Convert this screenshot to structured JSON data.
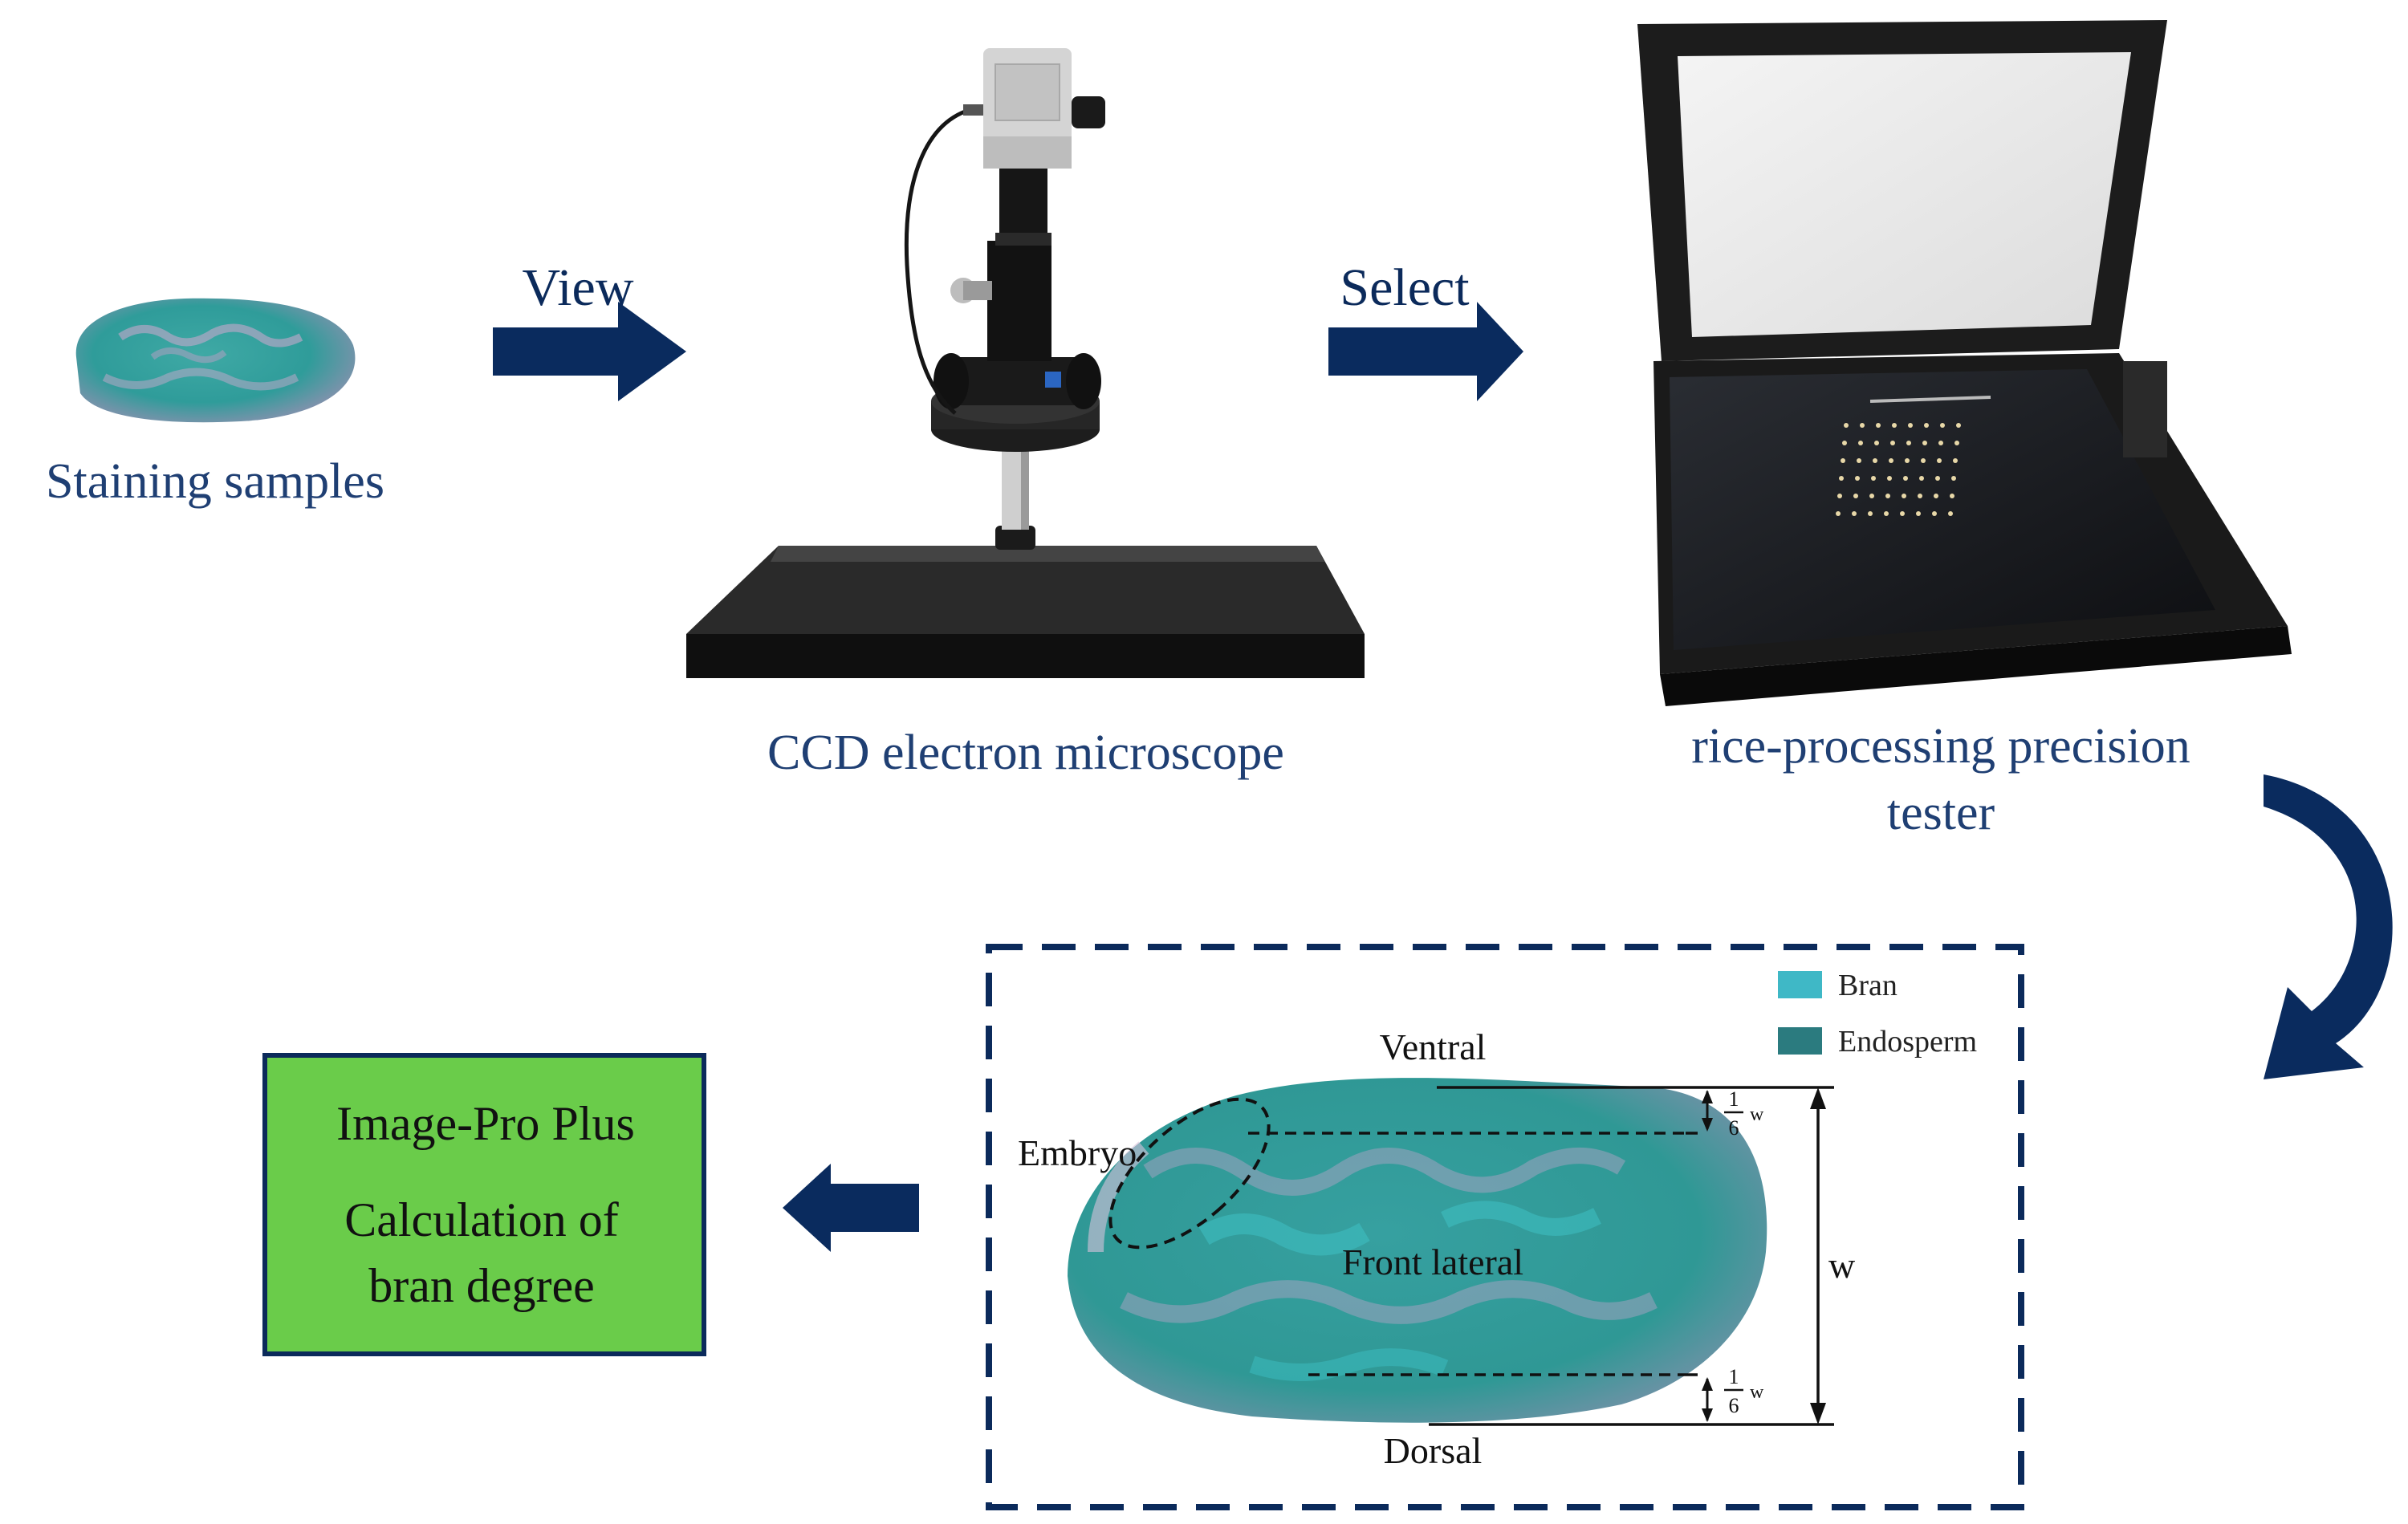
{
  "colors": {
    "navy": "#0b2a5b",
    "arrow": "#0a2b5e",
    "green_box": "#6acc4a",
    "bran": "#3fb8c6",
    "endosperm": "#2b7b7f",
    "label_text": "#1f3f73"
  },
  "icons": [
    "rice-grain-icon",
    "microscope-icon",
    "scanner-icon"
  ],
  "steps": {
    "staining": "Staining samples",
    "view_label": "View",
    "microscope": "CCD electron microscope",
    "select_label": "Select",
    "tester_line1": "rice-processing precision",
    "tester_line2": "tester"
  },
  "result": {
    "line1": "Image-Pro Plus",
    "line2": "Calculation of",
    "line3": "bran degree"
  },
  "detail": {
    "legend": {
      "bran": "Bran",
      "endosperm": "Endosperm"
    },
    "ventral": "Ventral",
    "dorsal": "Dorsal",
    "embryo": "Embryo",
    "front_lateral": "Front lateral",
    "width_symbol": "w",
    "fraction_numerator": "1",
    "fraction_denominator": "6",
    "fraction_suffix": "w"
  }
}
